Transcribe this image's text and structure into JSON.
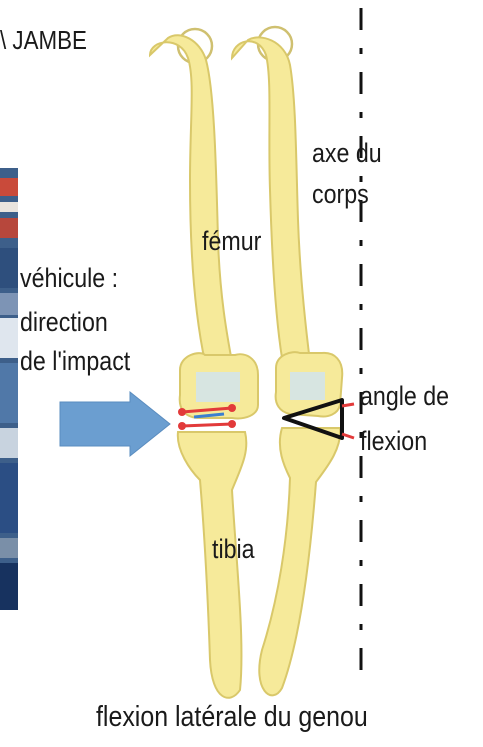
{
  "diagram": {
    "header_fragment": "\\ JAMBE",
    "labels": {
      "femur": "fémur",
      "tibia": "tibia",
      "body_axis_line1": "axe du",
      "body_axis_line2": "corps",
      "vehicle_line1": "véhicule :",
      "vehicle_line2": "direction",
      "vehicle_line3": "de l'impact",
      "angle_line1": "angle de",
      "angle_line2": "flexion",
      "caption": "flexion latérale du genou"
    },
    "colors": {
      "bone_fill": "#f6ea9a",
      "bone_stroke": "#d9c86a",
      "cartilage": "#cfe3f2",
      "impact_arrow": "#6b9ed0",
      "ligament_red": "#e23a3a",
      "ligament_blue": "#3b7fd0",
      "axis_line": "#111111"
    },
    "icons": {
      "impact_arrow": "arrow-right-icon"
    }
  }
}
